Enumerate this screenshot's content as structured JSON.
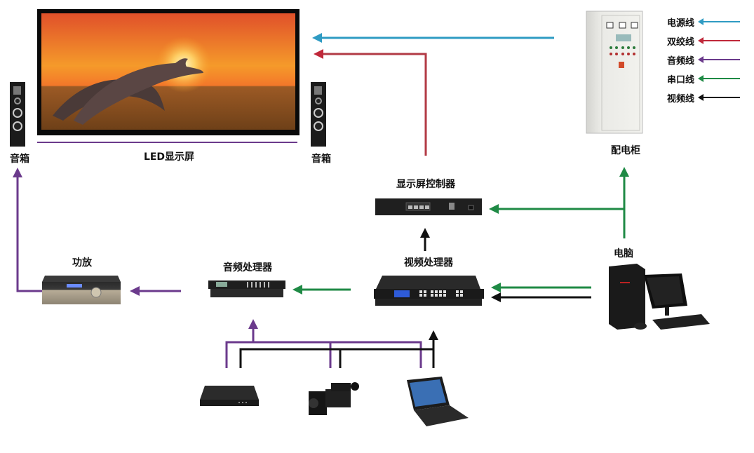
{
  "diagram": {
    "title": "LED display system wiring diagram",
    "colors": {
      "power": "#2f9bc3",
      "twisted_pair": "#c0283a",
      "audio": "#6b3a8c",
      "serial": "#1f8a45",
      "video": "#111111",
      "screen_frame": "#0a0a0a"
    },
    "legend": [
      {
        "label": "电源线",
        "type": "power"
      },
      {
        "label": "双绞线",
        "type": "twisted_pair"
      },
      {
        "label": "音频线",
        "type": "audio"
      },
      {
        "label": "串口线",
        "type": "serial"
      },
      {
        "label": "视频线",
        "type": "video"
      }
    ],
    "nodes": {
      "led_screen": {
        "label": "LED显示屏"
      },
      "speaker_left": {
        "label": "音箱"
      },
      "speaker_right": {
        "label": "音箱"
      },
      "power_cabinet": {
        "label": "配电柜"
      },
      "screen_controller": {
        "label": "显示屏控制器"
      },
      "video_processor": {
        "label": "视频处理器"
      },
      "audio_processor": {
        "label": "音频处理器"
      },
      "amplifier": {
        "label": "功放"
      },
      "computer": {
        "label": "电脑"
      },
      "dvd_player": {
        "label": ""
      },
      "camcorder": {
        "label": ""
      },
      "laptop": {
        "label": ""
      }
    },
    "connections": [
      {
        "from": "power_cabinet",
        "to": "led_screen",
        "type": "power"
      },
      {
        "from": "screen_controller",
        "to": "led_screen",
        "type": "twisted_pair"
      },
      {
        "from": "computer",
        "to": "screen_controller",
        "type": "serial"
      },
      {
        "from": "computer",
        "to": "power_cabinet",
        "type": "serial"
      },
      {
        "from": "video_processor",
        "to": "screen_controller",
        "type": "video"
      },
      {
        "from": "computer",
        "to": "video_processor",
        "type": "serial"
      },
      {
        "from": "computer",
        "to": "video_processor",
        "type": "video"
      },
      {
        "from": "video_processor",
        "to": "audio_processor",
        "type": "serial"
      },
      {
        "from": "audio_processor",
        "to": "amplifier",
        "type": "audio"
      },
      {
        "from": "amplifier",
        "to": "speaker_left",
        "type": "audio"
      },
      {
        "from": "dvd_player",
        "to": "audio_processor",
        "type": "audio"
      },
      {
        "from": "camcorder",
        "to": "audio_processor",
        "type": "audio"
      },
      {
        "from": "laptop",
        "to": "audio_processor",
        "type": "audio"
      },
      {
        "from": "dvd_player",
        "to": "video_processor",
        "type": "video"
      },
      {
        "from": "camcorder",
        "to": "video_processor",
        "type": "video"
      },
      {
        "from": "laptop",
        "to": "video_processor",
        "type": "video"
      }
    ]
  }
}
